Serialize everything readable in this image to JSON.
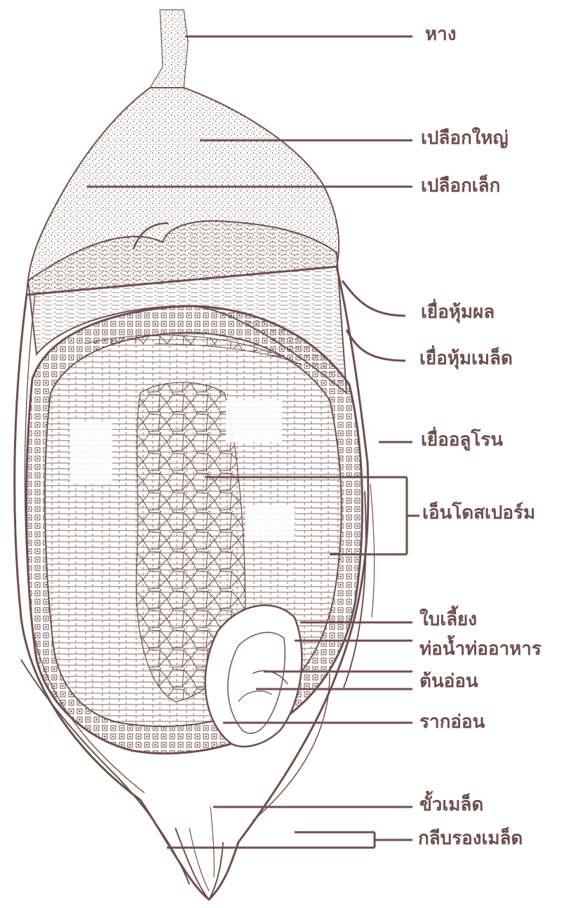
{
  "labels": {
    "awn": "หาง",
    "lemma": "เปลือกใหญ่",
    "palea": "เปลือกเล็ก",
    "pericarp": "เยื่อหุ้มผล",
    "seed_coat": "เยื่อหุ้มเมล็ด",
    "aleurone": "เยื่ออลูโรน",
    "endosperm": "เอ็นโดสเปอร์ม",
    "scutellum": "ใบเลี้ยง",
    "vascular": "ท่อน้ำท่ออาหาร",
    "plumule": "ต้นอ่อน",
    "radicle": "รากอ่อน",
    "rachilla": "ขั้วเมล็ด",
    "sterile_lemma": "กลีบรองเมล็ด"
  },
  "colors": {
    "ink": "#6e4f4e",
    "paper": "#ffffff"
  }
}
